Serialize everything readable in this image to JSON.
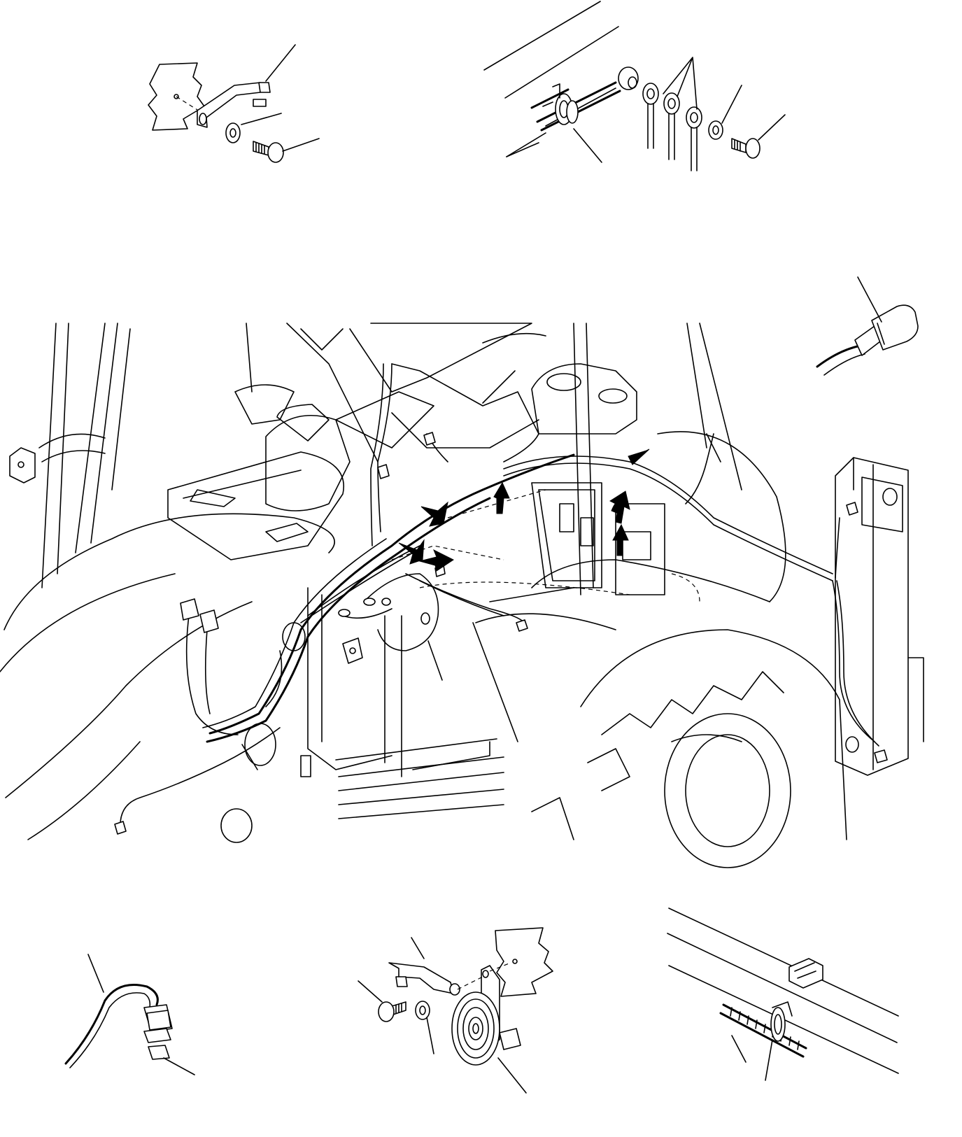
{
  "figure": {
    "description_items": [
      "mount-bracket-detail",
      "cable-tie-and-ground-terminals-detail",
      "connector-plug-detail",
      "main-cab-harness-view",
      "sensor-connector-detail",
      "horn-bracket-detail",
      "harness-clip-detail"
    ]
  }
}
